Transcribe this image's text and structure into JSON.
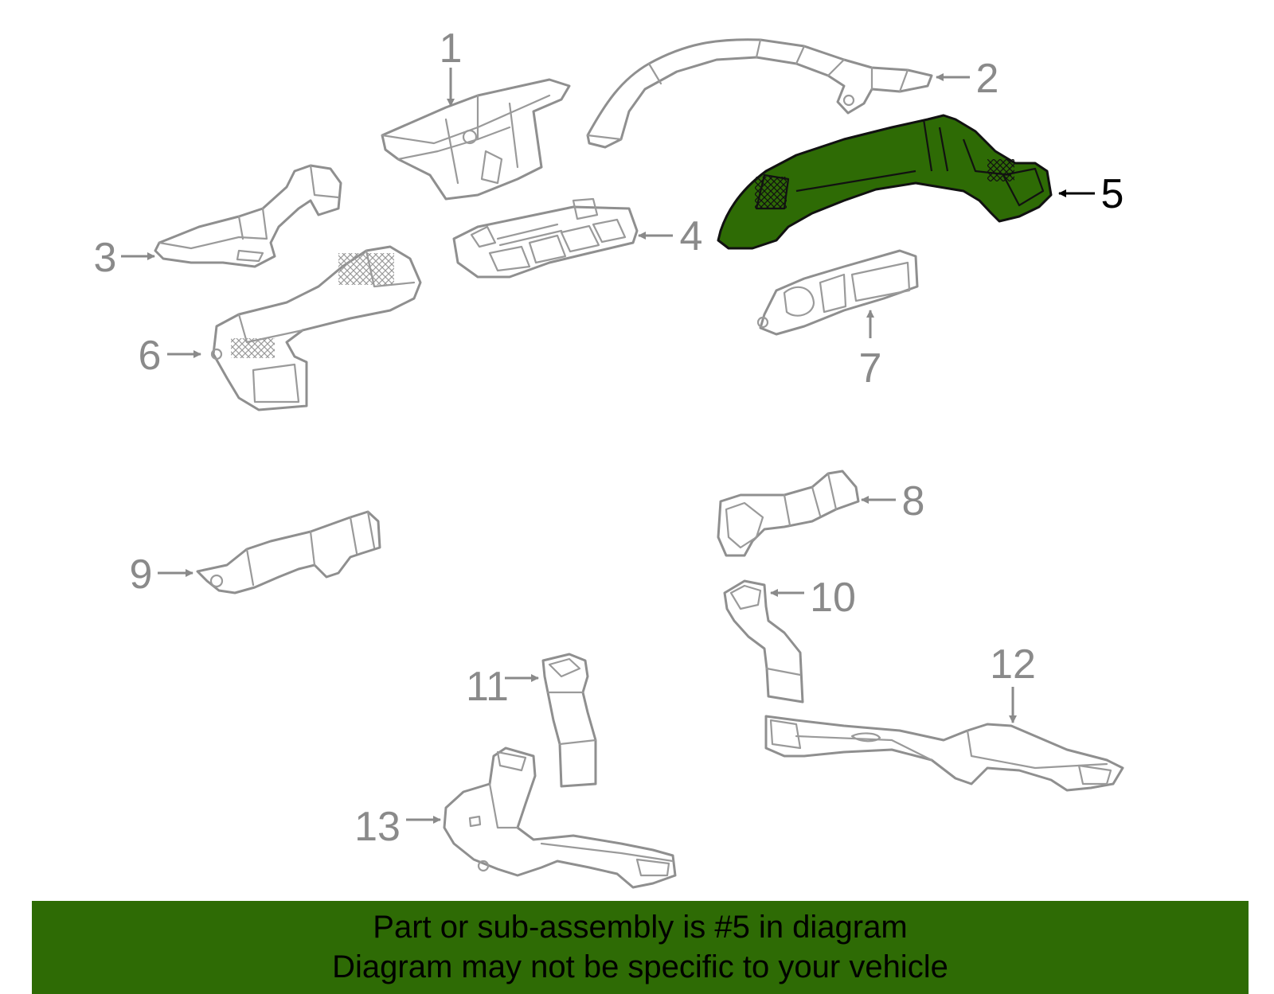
{
  "callouts": {
    "c1": "1",
    "c2": "2",
    "c3": "3",
    "c4": "4",
    "c5": "5",
    "c6": "6",
    "c7": "7",
    "c8": "8",
    "c9": "9",
    "c10": "10",
    "c11": "11",
    "c12": "12",
    "c13": "13"
  },
  "highlight_part": "5",
  "colors": {
    "highlight_fill": "#2e6b05",
    "banner_fill": "#2e6b05",
    "outline_grey": "#8f8f8f"
  },
  "banner": {
    "line1": "Part or sub-assembly is #5 in diagram",
    "line2": "Diagram may not be specific to your vehicle"
  }
}
